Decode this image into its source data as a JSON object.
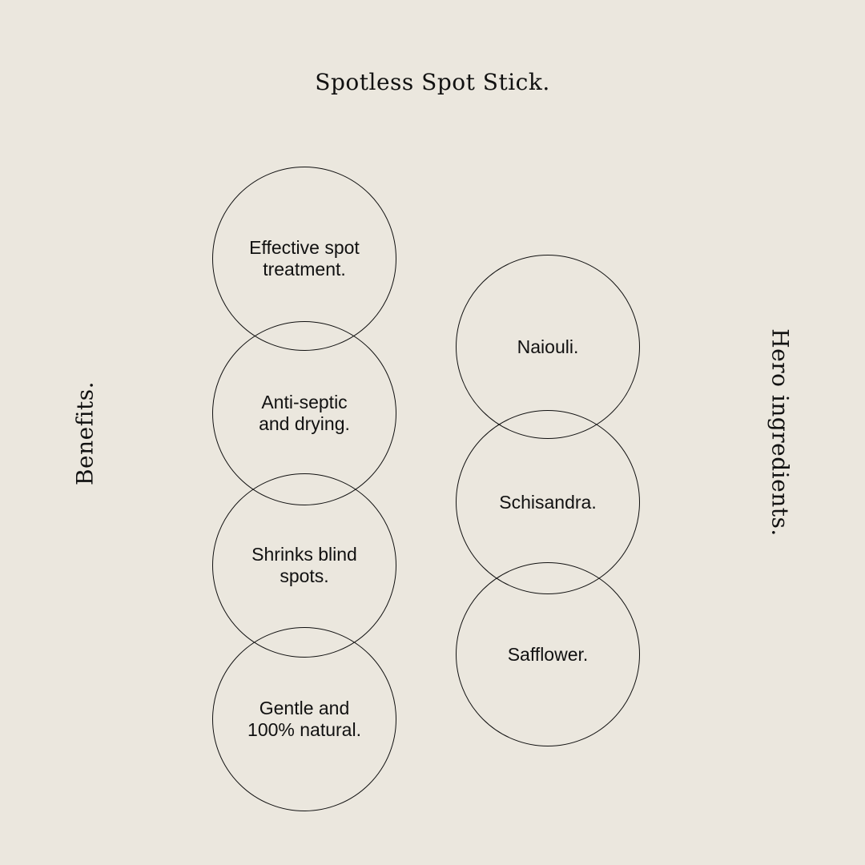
{
  "title": "Spotless Spot Stick.",
  "benefits": {
    "label": "Benefits.",
    "items": [
      "Effective spot\ntreatment.",
      "Anti-septic\nand drying.",
      "Shrinks blind\nspots.",
      "Gentle and\n100% natural."
    ]
  },
  "ingredients": {
    "label": "Hero ingredients.",
    "items": [
      "Naiouli.",
      "Schisandra.",
      "Safflower."
    ]
  },
  "colors": {
    "background": "#ebe7de",
    "ink": "#111111"
  }
}
